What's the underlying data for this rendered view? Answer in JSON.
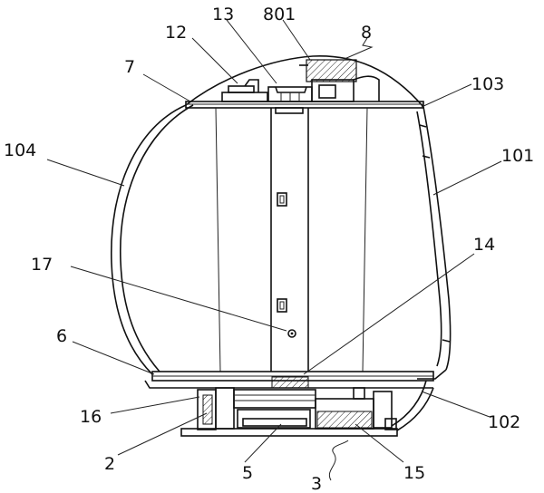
{
  "figure": {
    "labels": {
      "l8": "8",
      "l12": "12",
      "l13": "13",
      "l801": "801",
      "l7": "7",
      "l103": "103",
      "l104": "104",
      "l101": "101",
      "l17": "17",
      "l14": "14",
      "l6": "6",
      "l16": "16",
      "l102": "102",
      "l2": "2",
      "l5": "5",
      "l3": "3",
      "l15": "15"
    }
  }
}
